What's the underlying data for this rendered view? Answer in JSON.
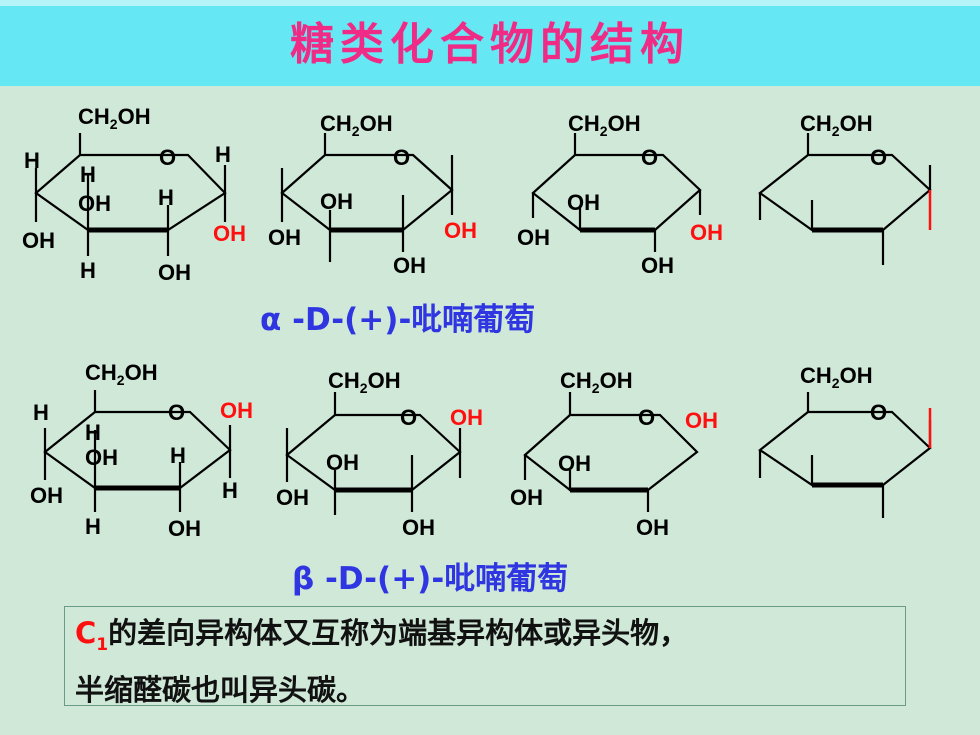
{
  "title": "糖类化合物的结构",
  "alpha_caption": "α -D-(+)-吡喃葡萄",
  "beta_caption": "β -D-(+)-吡喃葡萄",
  "note": {
    "c": "C",
    "sub": "1",
    "line1_rest": "的差向异构体又互称为端基异构体或异头物，",
    "line2": "半缩醛碳也叫异头碳。"
  },
  "labels": {
    "ch2": "CH",
    "two": "2",
    "oh": "OH",
    "o": "O",
    "h": "H"
  },
  "colors": {
    "anomeric_oh": "#ff1010",
    "title": "#ef2b86",
    "caption": "#2f35e0"
  }
}
